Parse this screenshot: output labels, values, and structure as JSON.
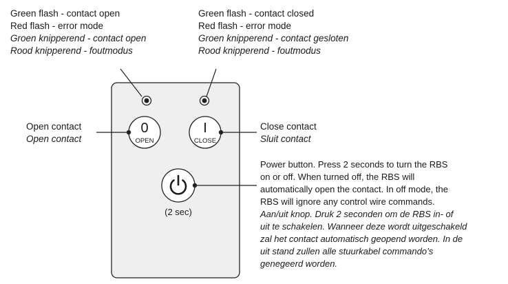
{
  "left_led_caption": {
    "line1": "Green flash - contact open",
    "line2": "Red flash - error mode",
    "line3": "Groen knipperend - contact open",
    "line4": "Rood knipperend - foutmodus"
  },
  "right_led_caption": {
    "line1": "Green flash - contact closed",
    "line2": "Red flash - error mode",
    "line3": "Groen knipperend - contact gesloten",
    "line4": "Rood knipperend - foutmodus"
  },
  "open_caption": {
    "line1": "Open contact",
    "line2": "Open contact"
  },
  "close_caption": {
    "line1": "Close contact",
    "line2": "Sluit contact"
  },
  "power_caption": {
    "lines_en": [
      "Power button. Press 2 seconds to turn the RBS",
      "on or off. When turned off, the RBS will",
      "automatically open the contact. In off mode, the",
      "RBS will ignore any control wire commands."
    ],
    "lines_nl": [
      "Aan/uit knop. Druk 2 seconden om de RBS in- of",
      "uit te schakelen. Wanneer deze wordt uitgeschakeld",
      "zal het contact automatisch geopend worden. In de",
      "uit stand zullen alle stuurkabel commando’s",
      "genegeerd worden."
    ]
  },
  "buttons": {
    "open_symbol": "0",
    "open_label": "OPEN",
    "close_symbol": "I",
    "close_label": "CLOSE",
    "power_duration": "(2 sec)"
  },
  "colors": {
    "device_fill": "#efefef",
    "line": "#222222"
  }
}
